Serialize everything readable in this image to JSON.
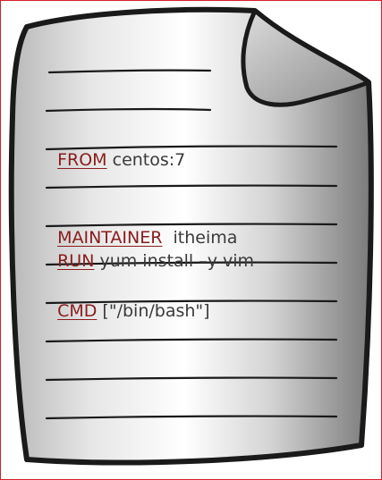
{
  "dockerfile": {
    "lines": [
      {
        "keyword": "FROM",
        "argument": " centos:7"
      },
      {
        "keyword": "MAINTAINER",
        "argument": "  itheima"
      },
      {
        "keyword": "RUN",
        "argument": " yum install –y vim"
      },
      {
        "keyword": "CMD",
        "argument": " [\"/bin/bash\"]"
      }
    ]
  },
  "colors": {
    "frame_border": "#d61f2a",
    "keyword": "#8a1c1c",
    "argument": "#3a3a3a",
    "paper_outline": "#1a1a1a"
  },
  "icon": "document-page-icon"
}
